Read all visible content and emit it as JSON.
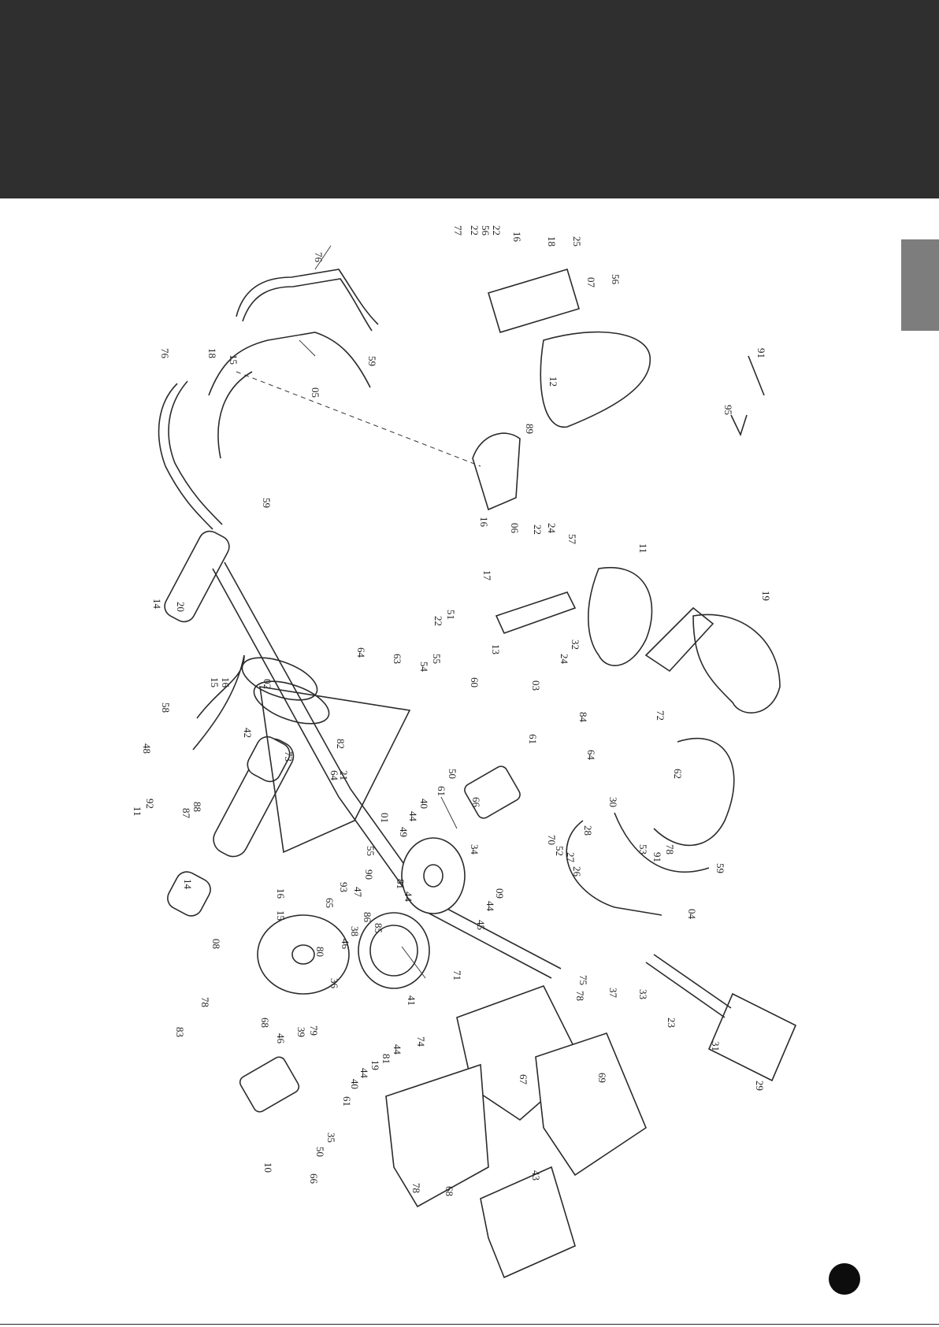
{
  "header": {
    "background": "#2f2f2f"
  },
  "side_tab": {
    "color": "#7d7d7d"
  },
  "page_badge": {
    "color": "#0d0d0d"
  },
  "diagram": {
    "labels": [
      "76",
      "76",
      "05",
      "18",
      "15",
      "59",
      "59",
      "58",
      "14",
      "20",
      "15",
      "16",
      "02",
      "64",
      "63",
      "51",
      "22",
      "55",
      "54",
      "13",
      "60",
      "03",
      "24",
      "32",
      "61",
      "84",
      "64",
      "62",
      "30",
      "11",
      "19",
      "72",
      "77",
      "22",
      "56",
      "22",
      "16",
      "18",
      "25",
      "07",
      "56",
      "12",
      "89",
      "16",
      "06",
      "22",
      "24",
      "57",
      "17",
      "42",
      "73",
      "82",
      "64",
      "21",
      "48",
      "92",
      "11",
      "88",
      "87",
      "01",
      "50",
      "61",
      "66",
      "40",
      "44",
      "49",
      "55",
      "90",
      "93",
      "65",
      "47",
      "81",
      "44",
      "86",
      "85",
      "09",
      "34",
      "28",
      "70",
      "52",
      "27",
      "26",
      "45",
      "44",
      "78",
      "91",
      "53",
      "59",
      "04",
      "14",
      "16",
      "15",
      "08",
      "80",
      "46",
      "38",
      "36",
      "71",
      "41",
      "75",
      "37",
      "78",
      "33",
      "23",
      "31",
      "29",
      "78",
      "83",
      "79",
      "68",
      "46",
      "39",
      "74",
      "44",
      "19",
      "81",
      "44",
      "40",
      "67",
      "69",
      "61",
      "35",
      "50",
      "10",
      "66",
      "78",
      "68",
      "43",
      "95",
      "91"
    ]
  }
}
